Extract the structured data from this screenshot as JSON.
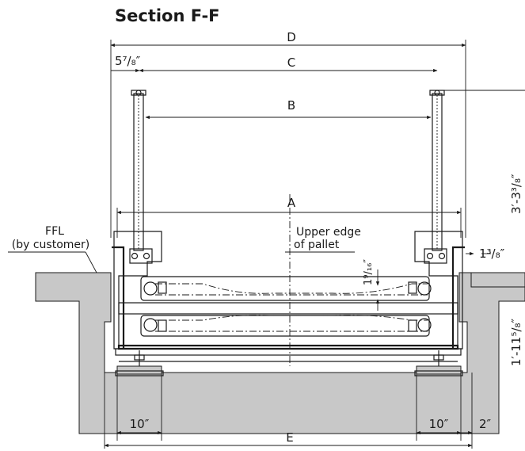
{
  "title": "Section F-F",
  "dimensions": {
    "D": "D",
    "C": "C",
    "B": "B",
    "A": "A",
    "E": "E",
    "left_offset": "5⁷/₈″",
    "height_upper": "3′-3³/₈″",
    "height_lower": "1′-11⁵/₈″",
    "side_gap": "1³/₈″",
    "pallet_gap": "1⁹/₁₆″",
    "bearing_left": "10″",
    "bearing_right": "10″",
    "edge_right": "2″"
  },
  "annotations": {
    "ffl_line1": "FFL",
    "ffl_line2": "(by customer)",
    "pallet_line1": "Upper edge",
    "pallet_line2": "of pallet"
  }
}
